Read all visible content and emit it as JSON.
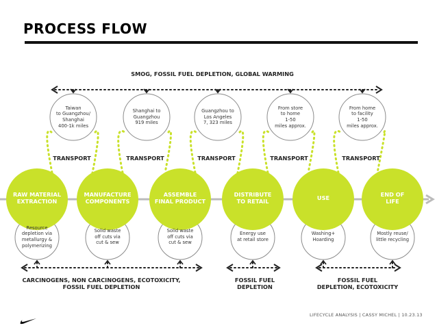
{
  "title": "PROCESS FLOW",
  "top_impacts": "SMOG, FOSSIL FUEL DEPLETION, GLOBAL WARMING",
  "stages": [
    {
      "label": "RAW MATERIAL\nEXTRACTION",
      "impact": "Resource\ndepletion via\nmetallurgy &\npolymerizing"
    },
    {
      "label": "MANUFACTURE\nCOMPONENTS",
      "impact": "Solid waste\noff cuts via\ncut & sew"
    },
    {
      "label": "ASSEMBLE\nFINAL PRODUCT",
      "impact": "Solid waste\noff cuts via\ncut & sew"
    },
    {
      "label": "DISTRIBUTE\nTO RETAIL",
      "impact": "Energy use\nat retail store"
    },
    {
      "label": "USE",
      "impact": "Washing+\nHoarding"
    },
    {
      "label": "END OF\nLIFE",
      "impact": "Mostly reuse/\nlittle recycling"
    }
  ],
  "transports": [
    {
      "label": "TRANSPORT",
      "detail": "Taiwan\nto Guangzhou/\nShanghai\n400-1k miles"
    },
    {
      "label": "TRANSPORT",
      "detail": "Shanghai to\nGuangzhou\n919 miles"
    },
    {
      "label": "TRANSPORT",
      "detail": "Guangzhou to\nLos Angeles\n7, 323 miles"
    },
    {
      "label": "TRANSPORT",
      "detail": "From store\nto home\n1-50\nmiles approx."
    },
    {
      "label": "TRANSPORT",
      "detail": "From home\nto facility\n1-50\nmiles approx."
    }
  ],
  "bottom_impacts": [
    "CARCINOGENS, NON CARCINOGENS, ECOTOXICITY,\nFOSSIL FUEL DEPLETION",
    "FOSSIL FUEL\nDEPLETION",
    "FOSSIL FUEL\nDEPLETION, ECOTOXICITY"
  ],
  "footer": "LIFECYCLE ANALYSIS | CASSY MICHEL | 10.23.13",
  "colors": {
    "accent": "#c9e12a",
    "circle_outline": "#8a8a8a",
    "arrow": "#bbbbbb",
    "text": "#222222"
  },
  "logo": "swoosh-logo"
}
